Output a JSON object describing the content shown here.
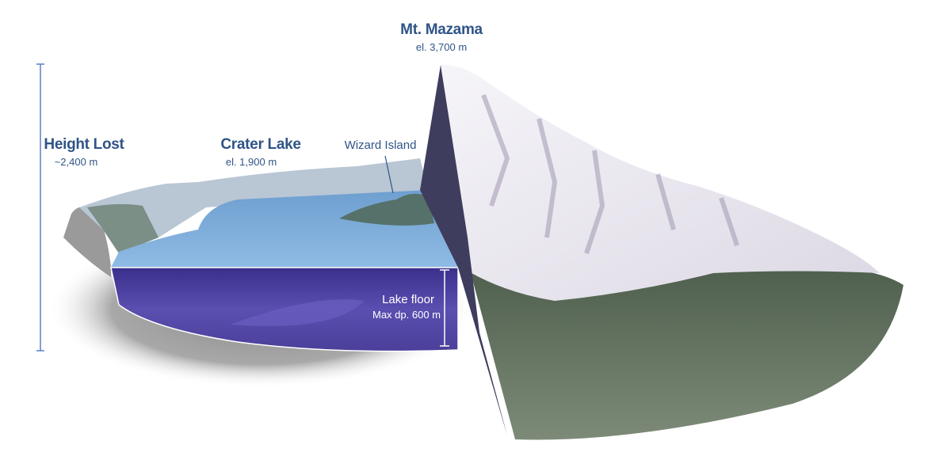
{
  "labels": {
    "mazama": {
      "title": "Mt. Mazama",
      "sub": "el. 3,700 m"
    },
    "height_lost": {
      "title": "Height Lost",
      "sub": "~2,400 m"
    },
    "crater_lake": {
      "title": "Crater Lake",
      "sub": "el. 1,900 m"
    },
    "wizard_island": {
      "title": "Wizard Island"
    },
    "lake_floor": {
      "title": "Lake floor",
      "sub": "Max dp. 600 m"
    }
  },
  "colors": {
    "label": "#2f5487",
    "lake_surface": "#7fb0dc",
    "lake_section": "#4a3f9a",
    "cut_face": "#3f3d5e",
    "snow": "#eceaf2",
    "forest": "#5f6f5c",
    "scale_line": "#5b7fc4"
  }
}
